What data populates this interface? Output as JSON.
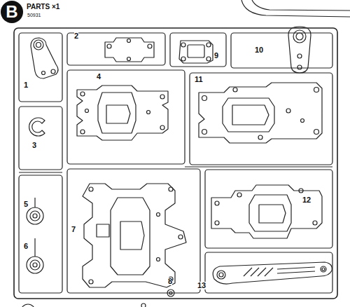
{
  "diagram": {
    "nodes": [
      {
        "text": [
          "B"
        ]
      }
    ],
    "labels": [
      "PARTS ×1",
      "50931",
      "1",
      "2",
      "9",
      "10",
      "4",
      "11",
      "3",
      "5",
      "6",
      "7",
      "8",
      "12",
      "13"
    ]
  }
}
